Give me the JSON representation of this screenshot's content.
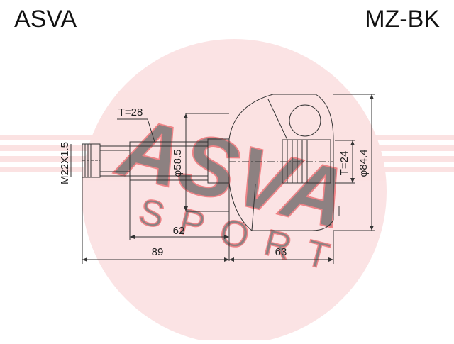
{
  "brand": "ASVA",
  "part_code": "MZ-BK",
  "watermark": {
    "logo_text": "ASVA",
    "subtitle": "SPORT",
    "color": "#e3262c"
  },
  "dimensions": {
    "thread": "M22X1.5",
    "key_width": "T=28",
    "shaft_diameter": "φ58.5",
    "cup_key_width": "T=24",
    "cup_diameter": "φ84.4",
    "shaft_length": "62",
    "total_shaft_length": "89",
    "cup_length": "63"
  },
  "colors": {
    "line": "#333333",
    "text": "#111111"
  }
}
